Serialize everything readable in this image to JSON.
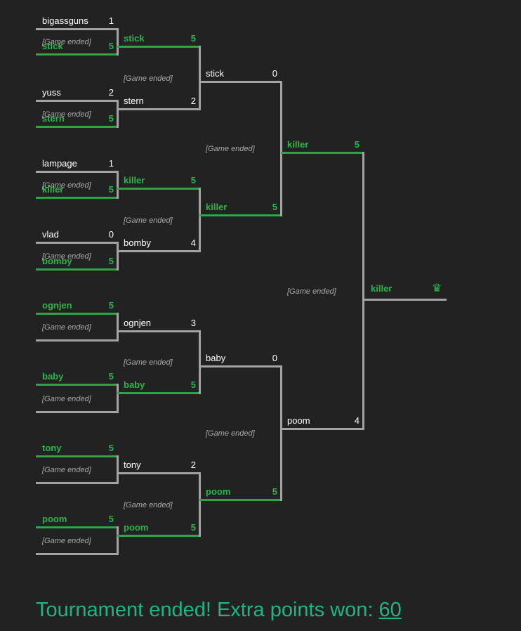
{
  "status_label": "[Game ended]",
  "champion": {
    "name": "killer",
    "icon": "crown-icon",
    "glyph": "♛"
  },
  "rounds": [
    [
      {
        "top": {
          "name": "bigassguns",
          "score": "1",
          "winner": false
        },
        "bottom": {
          "name": "stick",
          "score": "5",
          "winner": true
        }
      },
      {
        "top": {
          "name": "yuss",
          "score": "2",
          "winner": false
        },
        "bottom": {
          "name": "stern",
          "score": "5",
          "winner": true
        }
      },
      {
        "top": {
          "name": "lampage",
          "score": "1",
          "winner": false
        },
        "bottom": {
          "name": "killer",
          "score": "5",
          "winner": true
        }
      },
      {
        "top": {
          "name": "vlad",
          "score": "0",
          "winner": false
        },
        "bottom": {
          "name": "bomby",
          "score": "5",
          "winner": true
        }
      },
      {
        "top": {
          "name": "ognjen",
          "score": "5",
          "winner": true
        },
        "bottom": {
          "name": "",
          "score": "",
          "winner": false
        }
      },
      {
        "top": {
          "name": "baby",
          "score": "5",
          "winner": true
        },
        "bottom": {
          "name": "",
          "score": "",
          "winner": false
        }
      },
      {
        "top": {
          "name": "tony",
          "score": "5",
          "winner": true
        },
        "bottom": {
          "name": "",
          "score": "",
          "winner": false
        }
      },
      {
        "top": {
          "name": "poom",
          "score": "5",
          "winner": true
        },
        "bottom": {
          "name": "",
          "score": "",
          "winner": false
        }
      }
    ],
    [
      {
        "top": {
          "name": "stick",
          "score": "5",
          "winner": true
        },
        "bottom": {
          "name": "stern",
          "score": "2",
          "winner": false
        }
      },
      {
        "top": {
          "name": "killer",
          "score": "5",
          "winner": true
        },
        "bottom": {
          "name": "bomby",
          "score": "4",
          "winner": false
        }
      },
      {
        "top": {
          "name": "ognjen",
          "score": "3",
          "winner": false
        },
        "bottom": {
          "name": "baby",
          "score": "5",
          "winner": true
        }
      },
      {
        "top": {
          "name": "tony",
          "score": "2",
          "winner": false
        },
        "bottom": {
          "name": "poom",
          "score": "5",
          "winner": true
        }
      }
    ],
    [
      {
        "top": {
          "name": "stick",
          "score": "0",
          "winner": false
        },
        "bottom": {
          "name": "killer",
          "score": "5",
          "winner": true
        }
      },
      {
        "top": {
          "name": "baby",
          "score": "0",
          "winner": false
        },
        "bottom": {
          "name": "poom",
          "score": "5",
          "winner": true
        }
      }
    ],
    [
      {
        "top": {
          "name": "killer",
          "score": "5",
          "winner": true
        },
        "bottom": {
          "name": "poom",
          "score": "4",
          "winner": false
        }
      }
    ]
  ],
  "footer": {
    "text": "Tournament ended! Extra points won: ",
    "points": "60"
  },
  "colors": {
    "background": "#222222",
    "winner": "#2fb34a",
    "line": "#a3a3a3",
    "footer": "#1fb582"
  }
}
